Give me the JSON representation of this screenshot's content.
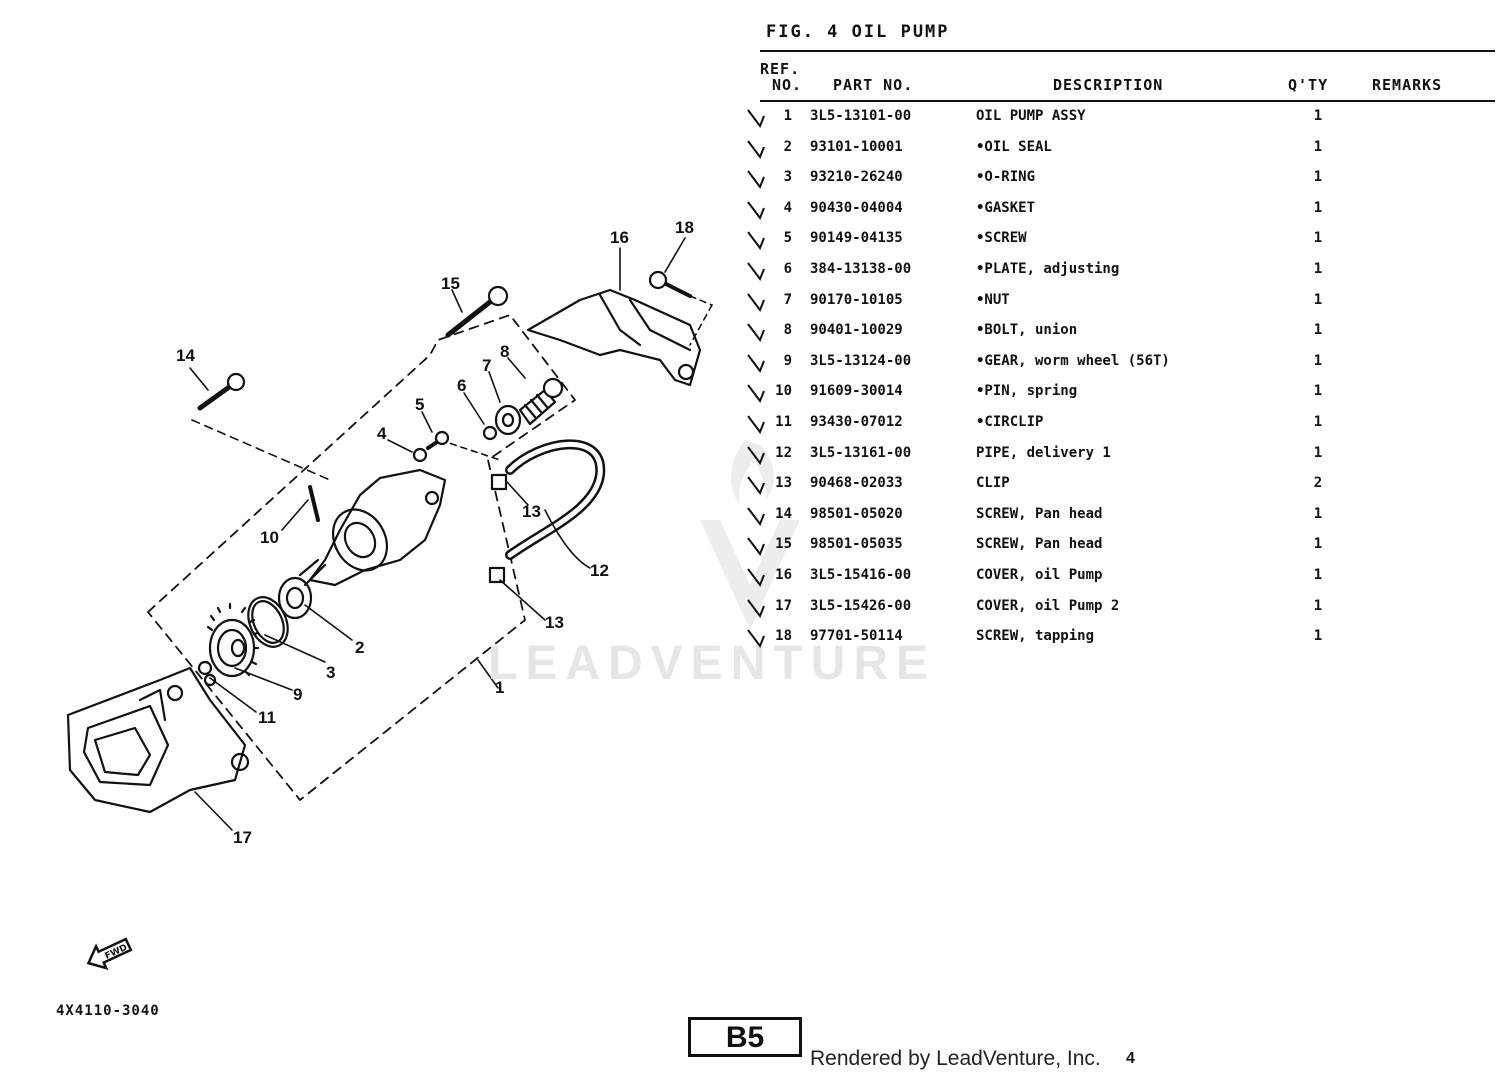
{
  "figure": {
    "title": "FIG. 4 OIL PUMP",
    "code": "4X4110-3040"
  },
  "table": {
    "headers": {
      "ref": "REF.",
      "no": "NO.",
      "part_no": "PART NO.",
      "description": "DESCRIPTION",
      "qty": "Q'TY",
      "remarks": "REMARKS"
    },
    "rows": [
      {
        "ref": "1",
        "part_no": "3L5-13101-00",
        "description": "OIL PUMP ASSY",
        "qty": "1"
      },
      {
        "ref": "2",
        "part_no": "93101-10001",
        "description": "•OIL SEAL",
        "qty": "1"
      },
      {
        "ref": "3",
        "part_no": "93210-26240",
        "description": "•O-RING",
        "qty": "1"
      },
      {
        "ref": "4",
        "part_no": "90430-04004",
        "description": "•GASKET",
        "qty": "1"
      },
      {
        "ref": "5",
        "part_no": "90149-04135",
        "description": "•SCREW",
        "qty": "1"
      },
      {
        "ref": "6",
        "part_no": "384-13138-00",
        "description": "•PLATE, adjusting",
        "qty": "1"
      },
      {
        "ref": "7",
        "part_no": "90170-10105",
        "description": "•NUT",
        "qty": "1"
      },
      {
        "ref": "8",
        "part_no": "90401-10029",
        "description": "•BOLT, union",
        "qty": "1"
      },
      {
        "ref": "9",
        "part_no": "3L5-13124-00",
        "description": "•GEAR, worm wheel (56T)",
        "qty": "1"
      },
      {
        "ref": "10",
        "part_no": "91609-30014",
        "description": "•PIN, spring",
        "qty": "1"
      },
      {
        "ref": "11",
        "part_no": "93430-07012",
        "description": "•CIRCLIP",
        "qty": "1"
      },
      {
        "ref": "12",
        "part_no": "3L5-13161-00",
        "description": "PIPE, delivery 1",
        "qty": "1"
      },
      {
        "ref": "13",
        "part_no": "90468-02033",
        "description": "CLIP",
        "qty": "2"
      },
      {
        "ref": "14",
        "part_no": "98501-05020",
        "description": "SCREW, Pan head",
        "qty": "1"
      },
      {
        "ref": "15",
        "part_no": "98501-05035",
        "description": "SCREW, Pan head",
        "qty": "1"
      },
      {
        "ref": "16",
        "part_no": "3L5-15416-00",
        "description": "COVER, oil Pump",
        "qty": "1"
      },
      {
        "ref": "17",
        "part_no": "3L5-15426-00",
        "description": "COVER, oil Pump 2",
        "qty": "1"
      },
      {
        "ref": "18",
        "part_no": "97701-50114",
        "description": "SCREW, tapping",
        "qty": "1"
      }
    ]
  },
  "callouts": [
    "1",
    "2",
    "3",
    "4",
    "5",
    "6",
    "7",
    "8",
    "9",
    "10",
    "11",
    "12",
    "13",
    "13",
    "14",
    "15",
    "16",
    "17",
    "18"
  ],
  "page": {
    "badge": "B5",
    "rendered_by": "Rendered by LeadVenture, Inc.",
    "number": "4"
  },
  "watermark": {
    "text": "LEADVENTURE"
  },
  "icons": {
    "fwd": "fwd-arrow-icon"
  }
}
